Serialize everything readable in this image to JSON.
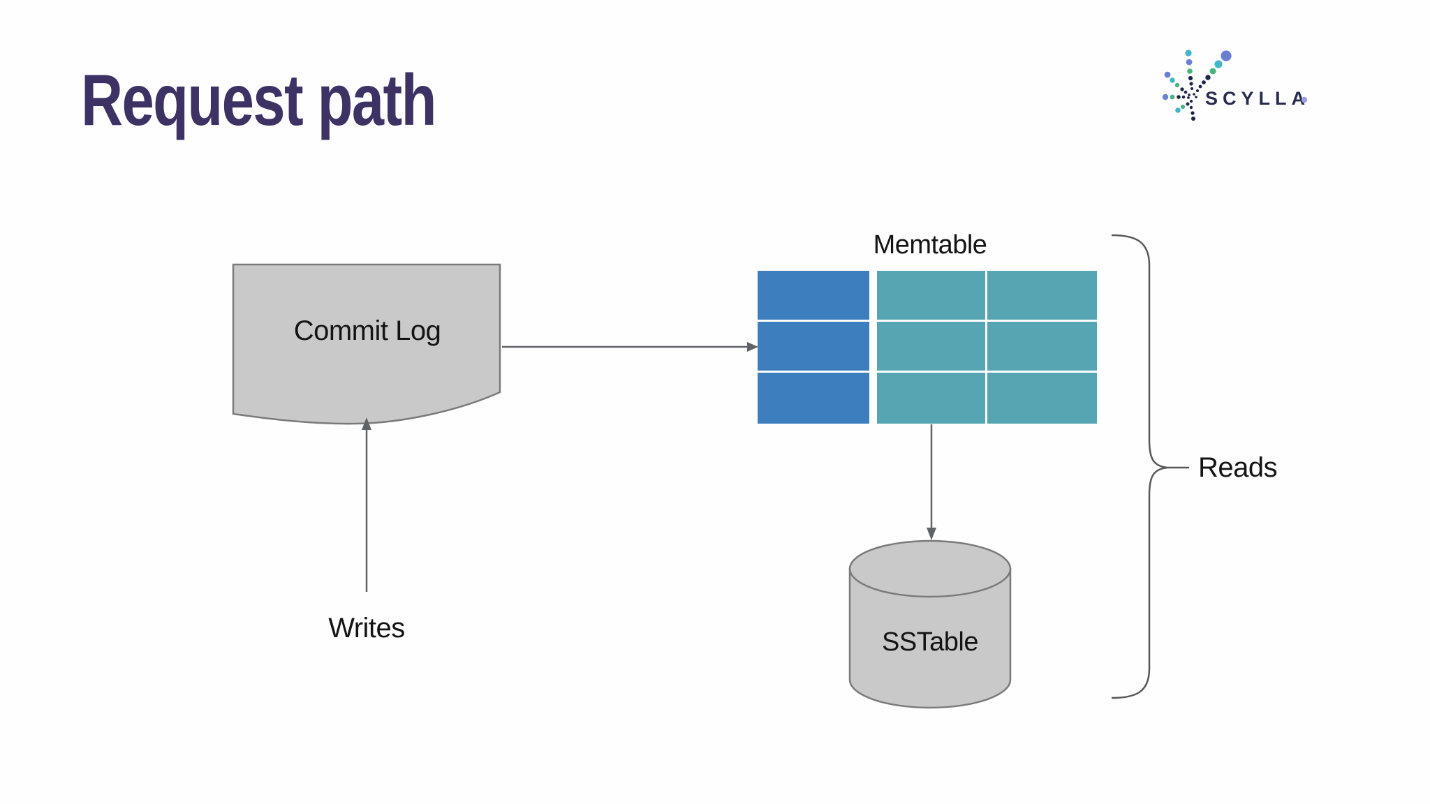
{
  "slide": {
    "title": "Request path",
    "title_color": "#3d3263",
    "background": "#fefefe"
  },
  "logo": {
    "brand": "SCYLLA",
    "wordmark_color": "#272b4e",
    "dot_colors": {
      "teal": "#41b6c9",
      "periwinkle": "#6a7fd1",
      "green": "#47b37d",
      "navy": "#20244a",
      "lavender": "#9ba0dc"
    }
  },
  "diagram": {
    "arrow_color": "#5f6368",
    "shape_fill": "#c9c9c9",
    "shape_border": "#7a7a7a",
    "nodes": {
      "commit_log": {
        "label": "Commit Log",
        "shape": "document"
      },
      "memtable": {
        "label": "Memtable",
        "shape": "table-grid",
        "rows": 3,
        "columns": 3,
        "first_column_color": "#3c7ebe",
        "other_columns_color": "#55a6b2"
      },
      "sstable": {
        "label": "SSTable",
        "shape": "cylinder"
      }
    },
    "edges": [
      {
        "from": "writes-entry",
        "to": "commit_log",
        "direction": "up"
      },
      {
        "from": "commit_log",
        "to": "memtable",
        "direction": "right"
      },
      {
        "from": "memtable",
        "to": "sstable",
        "direction": "down"
      }
    ],
    "annotations": {
      "writes": "Writes",
      "reads": "Reads"
    }
  }
}
